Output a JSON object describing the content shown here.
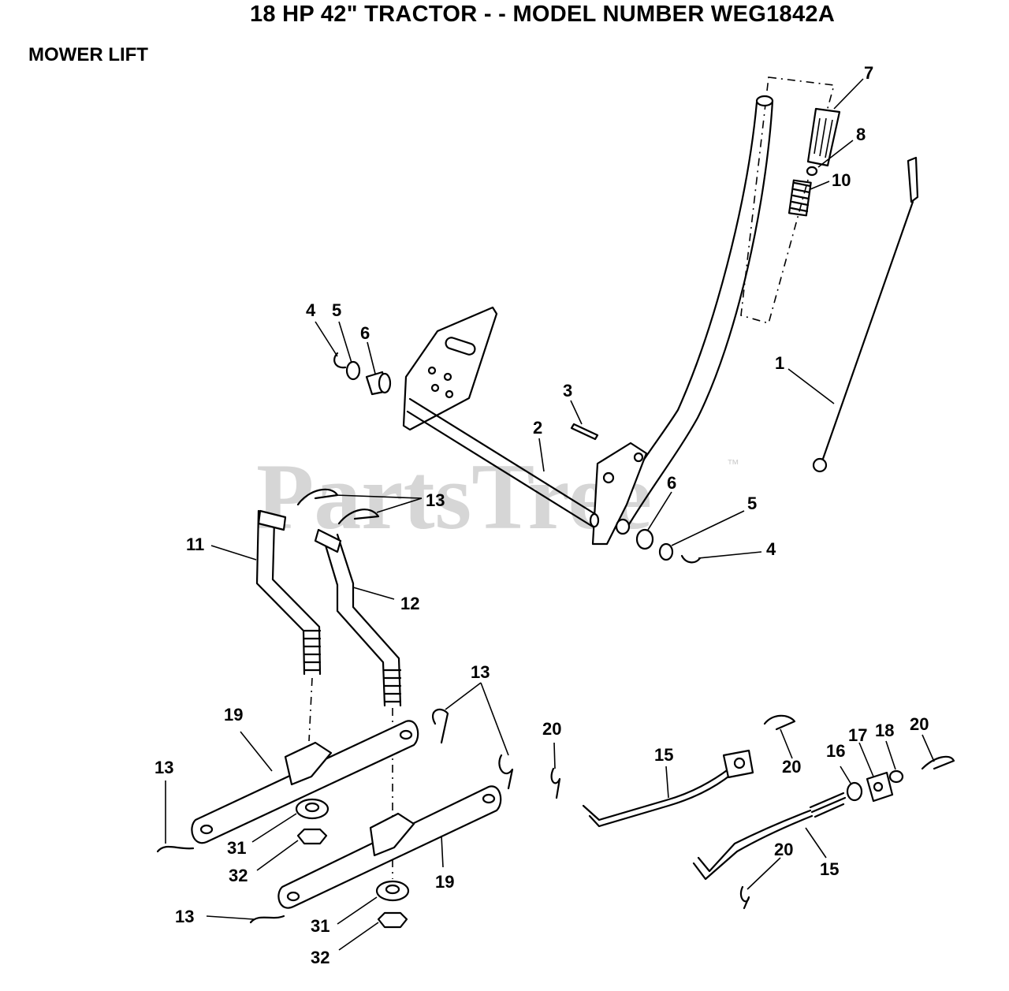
{
  "title": "18 HP 42\" TRACTOR - - MODEL NUMBER WEG1842A",
  "subtitle": "MOWER LIFT",
  "watermark": "PartsTree",
  "trademark": "™",
  "callouts": [
    {
      "id": "c7",
      "label": "7"
    },
    {
      "id": "c8",
      "label": "8"
    },
    {
      "id": "c10",
      "label": "10"
    },
    {
      "id": "c1",
      "label": "1"
    },
    {
      "id": "c4a",
      "label": "4"
    },
    {
      "id": "c5a",
      "label": "5"
    },
    {
      "id": "c6a",
      "label": "6"
    },
    {
      "id": "c3",
      "label": "3"
    },
    {
      "id": "c2",
      "label": "2"
    },
    {
      "id": "c6b",
      "label": "6"
    },
    {
      "id": "c5b",
      "label": "5"
    },
    {
      "id": "c4b",
      "label": "4"
    },
    {
      "id": "c13a",
      "label": "13"
    },
    {
      "id": "c11",
      "label": "11"
    },
    {
      "id": "c12",
      "label": "12"
    },
    {
      "id": "c13b",
      "label": "13"
    },
    {
      "id": "c19a",
      "label": "19"
    },
    {
      "id": "c13c",
      "label": "13"
    },
    {
      "id": "c31a",
      "label": "31"
    },
    {
      "id": "c32a",
      "label": "32"
    },
    {
      "id": "c19b",
      "label": "19"
    },
    {
      "id": "c13d",
      "label": "13"
    },
    {
      "id": "c31b",
      "label": "31"
    },
    {
      "id": "c32b",
      "label": "32"
    },
    {
      "id": "c20a",
      "label": "20"
    },
    {
      "id": "c15a",
      "label": "15"
    },
    {
      "id": "c20b",
      "label": "20"
    },
    {
      "id": "c16",
      "label": "16"
    },
    {
      "id": "c17",
      "label": "17"
    },
    {
      "id": "c18",
      "label": "18"
    },
    {
      "id": "c20c",
      "label": "20"
    },
    {
      "id": "c20d",
      "label": "20"
    },
    {
      "id": "c15b",
      "label": "15"
    }
  ]
}
